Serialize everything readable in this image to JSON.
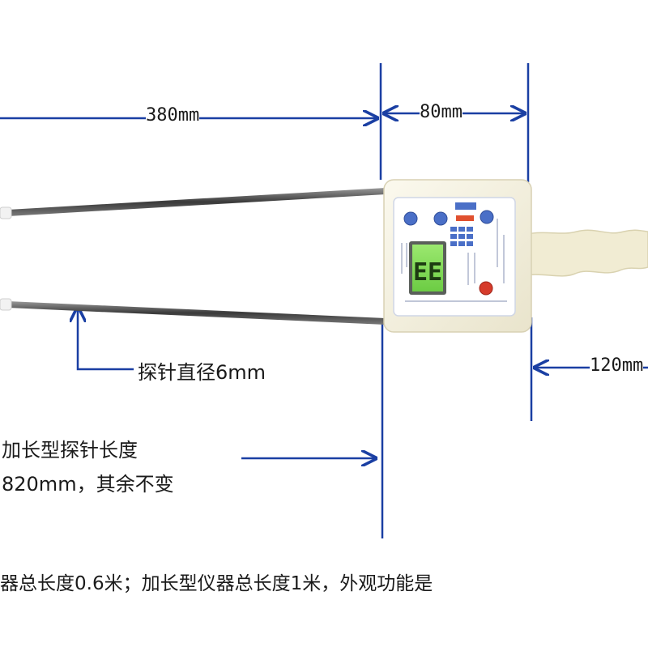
{
  "labels": {
    "probe_length": "380mm",
    "body_length": "80mm",
    "handle_length": "120mm",
    "probe_diameter": "探针直径6mm",
    "extended_probe_line1": "加长型探针长度",
    "extended_probe_line2": "820mm，其余不变",
    "total_length": "器总长度0.6米；加长型仪器总长度1米，外观功能是"
  },
  "device": {
    "display_text": "EE"
  },
  "colors": {
    "dimension_line": "#1a3fa3",
    "device_body": "#f3f0df",
    "display_green": "#7ed957",
    "button_blue": "#4a6fc7",
    "button_red": "#d63b2b"
  }
}
